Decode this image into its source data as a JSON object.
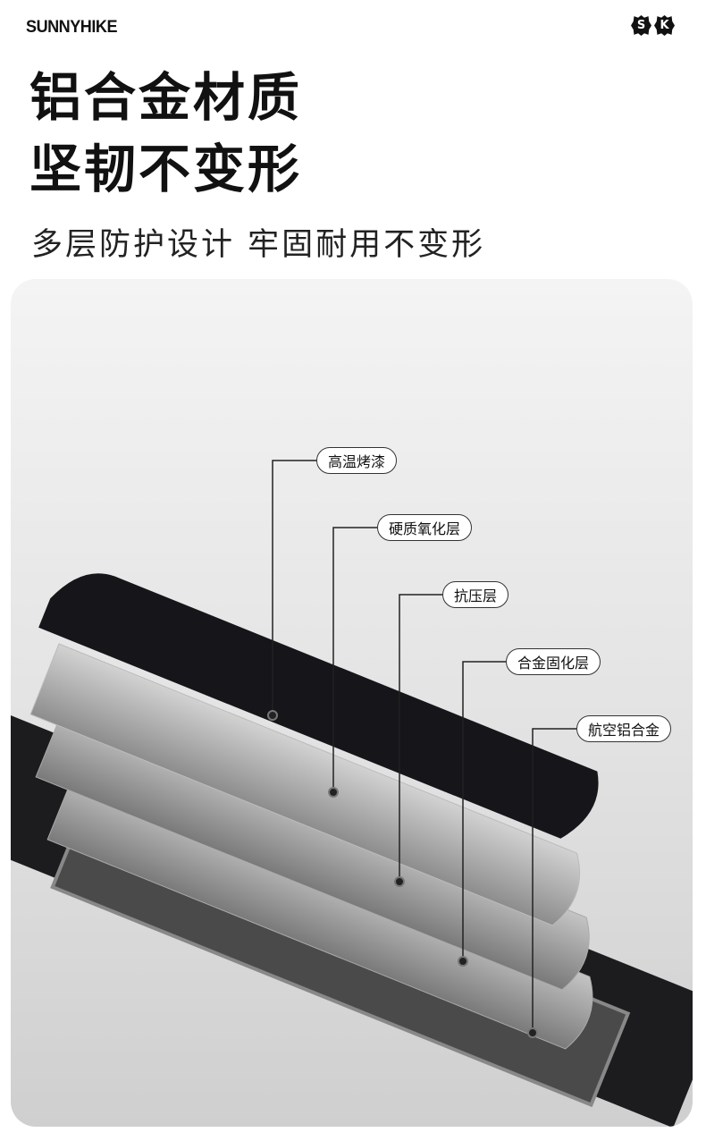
{
  "brand": {
    "logo": "SUNNYHIKE",
    "badge": [
      "S",
      "K"
    ]
  },
  "headline": {
    "line1": "铝合金材质",
    "line2": "坚韧不变形"
  },
  "subtitle": "多层防护设计 牢固耐用不变形",
  "layers": [
    {
      "label": "高温烤漆"
    },
    {
      "label": "硬质氧化层"
    },
    {
      "label": "抗压层"
    },
    {
      "label": "合金固化层"
    },
    {
      "label": "航空铝合金"
    }
  ],
  "colors": {
    "tube": "#1c1c1f",
    "paint": "#15151a",
    "layer_light": "#b8b8b8",
    "layer_mid": "#9a9a9a"
  }
}
